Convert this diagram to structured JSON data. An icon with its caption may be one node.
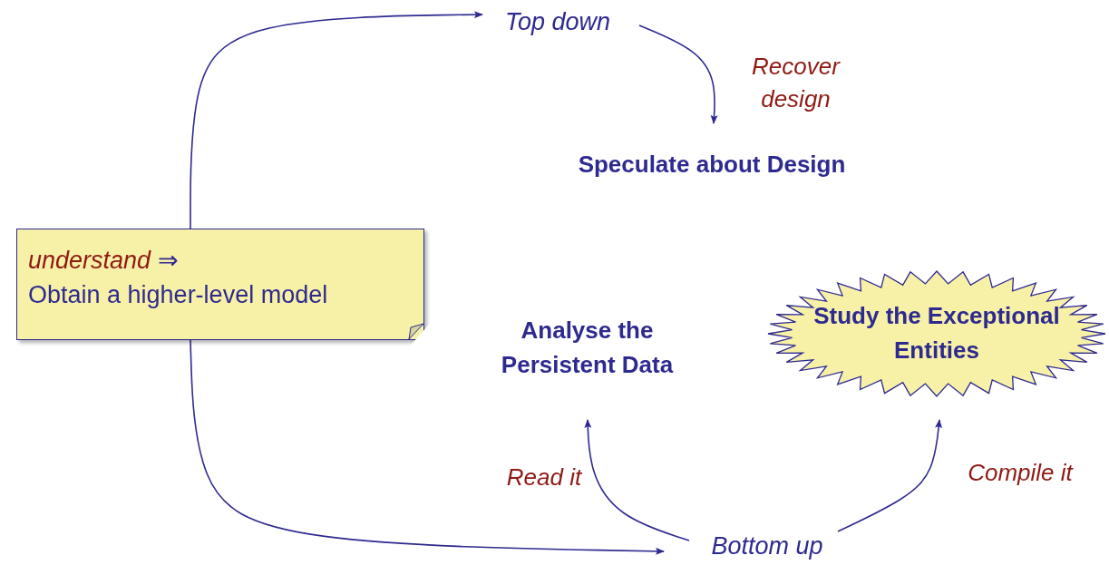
{
  "diagram": {
    "nodes": [
      {
        "text": [
          "*understand* ⇒",
          "Obtain a higher-level model"
        ]
      },
      {
        "text": [
          "Top down"
        ]
      },
      {
        "text": [
          "Speculate about Design"
        ]
      },
      {
        "text": [
          "Analyse the Persistent Data"
        ]
      },
      {
        "text": [
          "Study the Exceptional Entities"
        ]
      },
      {
        "text": [
          "Bottom up"
        ]
      }
    ],
    "edges": [
      {
        "from": 0,
        "to": 1,
        "arrow": "to"
      },
      {
        "from": 0,
        "to": 5,
        "arrow": "to"
      },
      {
        "from": 1,
        "to": 2,
        "arrow": "to",
        "label": "Recover design"
      },
      {
        "from": 5,
        "to": 3,
        "arrow": "to",
        "label": "Read it"
      },
      {
        "from": 5,
        "to": 4,
        "arrow": "to",
        "label": "Compile it"
      }
    ]
  }
}
